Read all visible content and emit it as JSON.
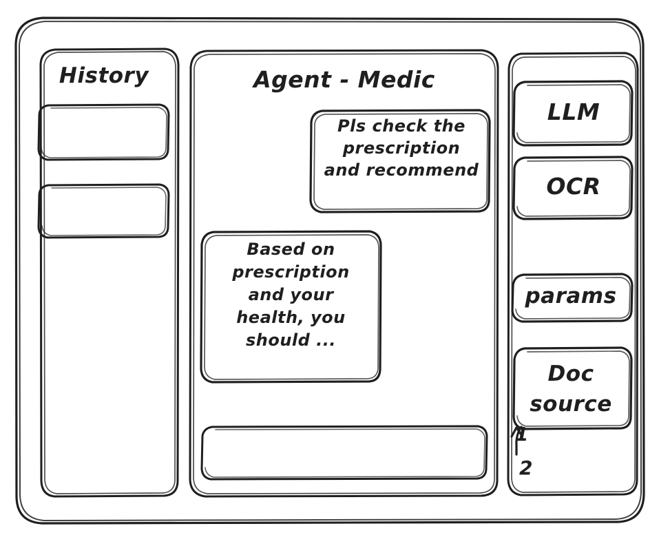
{
  "window": {
    "frame_label": "app-window"
  },
  "sidebar_left": {
    "title": "History",
    "items": [
      {
        "label": ""
      },
      {
        "label": ""
      }
    ]
  },
  "main": {
    "title": "Agent - Medic",
    "messages": [
      {
        "role": "user",
        "text": "Pls check the\nprescription\nand recommend"
      },
      {
        "role": "assistant",
        "text": "Based on\nprescription\nand your\nhealth, you\nshould ..."
      }
    ],
    "composer": {
      "value": "",
      "placeholder": ""
    }
  },
  "sidebar_right": {
    "tools": [
      {
        "label": "LLM"
      },
      {
        "label": "OCR"
      }
    ],
    "settings": [
      {
        "label": "params"
      },
      {
        "label": "Doc\nsource"
      }
    ],
    "sources": [
      {
        "label": "1"
      },
      {
        "label": "2"
      }
    ]
  },
  "style": {
    "ink": "#1f1f1f",
    "paper": "#ffffff"
  }
}
